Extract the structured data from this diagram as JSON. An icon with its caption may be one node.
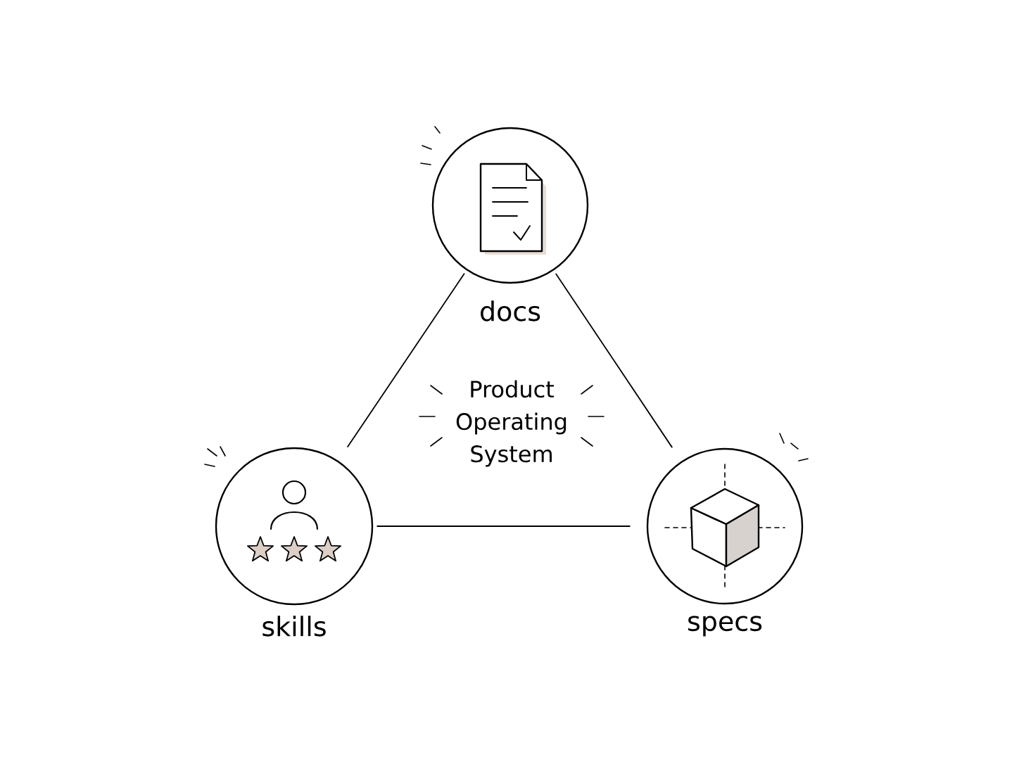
{
  "diagram": {
    "nodes": [
      {
        "text": [
          "docs"
        ]
      },
      {
        "text": [
          "skills"
        ]
      },
      {
        "text": [
          "specs"
        ]
      }
    ],
    "edges": [
      {
        "from": 0,
        "to": 1,
        "arrow": "none"
      },
      {
        "from": 0,
        "to": 2,
        "arrow": "none"
      },
      {
        "from": 1,
        "to": 2,
        "arrow": "none"
      }
    ],
    "labels": [
      "Product Operating System"
    ]
  }
}
